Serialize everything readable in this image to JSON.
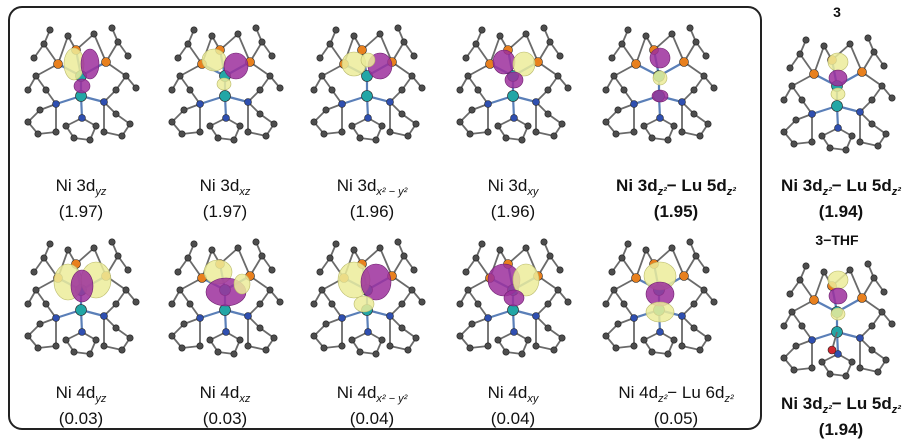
{
  "palette": {
    "carbon": "#4d4d4d",
    "nickel": "#22a6a6",
    "phosphorus": "#e8801e",
    "nitrogen": "#2f4fb0",
    "oxygen": "#d0262f",
    "lobe_purple": "#9c2f9c",
    "lobe_yellow": "#ecec9a"
  },
  "side_labels": {
    "top": "3",
    "bottom": "3−THF"
  },
  "orbitals": [
    {
      "id": "ni-3dyz",
      "text": "Ni 3d",
      "sub": "yz",
      "occ": "(1.97)",
      "bold": false,
      "lobes": "yz"
    },
    {
      "id": "ni-3dxz",
      "text": "Ni 3d",
      "sub": "xz",
      "occ": "(1.97)",
      "bold": false,
      "lobes": "xz"
    },
    {
      "id": "ni-3dx2y2",
      "text": "Ni 3d",
      "sub": "x² − y²",
      "occ": "(1.96)",
      "bold": false,
      "lobes": "x2y2"
    },
    {
      "id": "ni-3dxy",
      "text": "Ni 3d",
      "sub": "xy",
      "occ": "(1.96)",
      "bold": false,
      "lobes": "xy"
    },
    {
      "id": "ni3dz2-lu5dz2-a",
      "text": "Ni 3d",
      "sub": "z²",
      "text2": "− Lu 5d",
      "sub2": "z²",
      "occ": "(1.95)",
      "bold": true,
      "lobes": "z2"
    },
    {
      "id": "ni-4dyz",
      "text": "Ni 4d",
      "sub": "yz",
      "occ": "(0.03)",
      "bold": false,
      "lobes": "big-yz"
    },
    {
      "id": "ni-4dxz",
      "text": "Ni 4d",
      "sub": "xz",
      "occ": "(0.03)",
      "bold": false,
      "lobes": "big-xz"
    },
    {
      "id": "ni-4dx2y2",
      "text": "Ni 4d",
      "sub": "x² − y²",
      "occ": "(0.04)",
      "bold": false,
      "lobes": "big-x2y2"
    },
    {
      "id": "ni-4dxy",
      "text": "Ni 4d",
      "sub": "xy",
      "occ": "(0.04)",
      "bold": false,
      "lobes": "big-xy"
    },
    {
      "id": "ni4dz2-lu6dz2",
      "text": "Ni 4d",
      "sub": "z²",
      "text2": "− Lu 6d",
      "sub2": "z²",
      "occ": "(0.05)",
      "bold": false,
      "lobes": "big-z2"
    },
    {
      "id": "ni3dz2-lu5dz2-3",
      "text": "Ni 3d",
      "sub": "z²",
      "text2": "− Lu 5d",
      "sub2": "z²",
      "occ": "(1.94)",
      "bold": true,
      "lobes": "side-z2"
    },
    {
      "id": "ni3dz2-lu5dz2-3thf",
      "text": "Ni 3d",
      "sub": "z²",
      "text2": "− Lu 5d",
      "sub2": "z²",
      "occ": "(1.94)",
      "bold": true,
      "lobes": "side-z2-thf"
    }
  ]
}
